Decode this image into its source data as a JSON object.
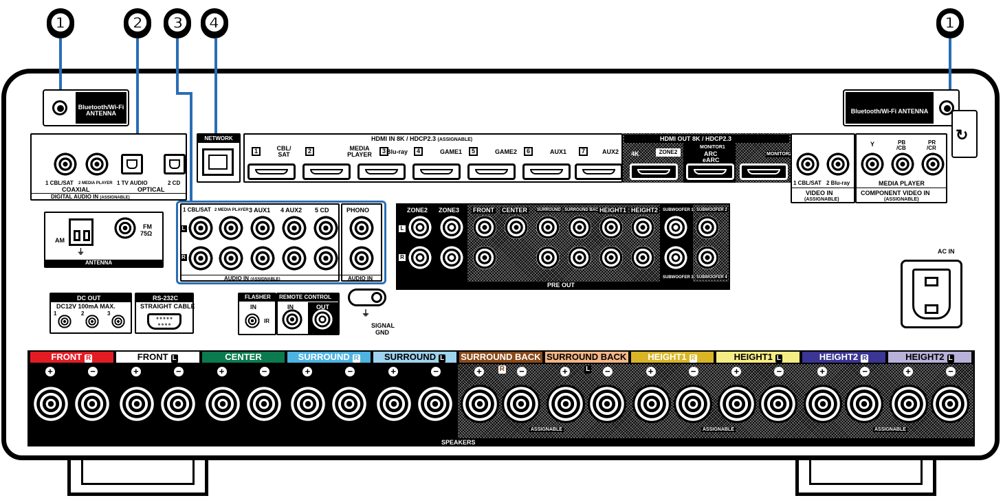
{
  "callouts": [
    "❶",
    "❷",
    "❸",
    "❹",
    "❶"
  ],
  "antenna_bt_left": "Bluetooth/Wi-Fi ANTENNA",
  "antenna_bt_right": "Bluetooth/Wi-Fi ANTENNA",
  "digital_audio": {
    "coax1": "1 CBL/SAT",
    "coax2": "2 MEDIA PLAYER",
    "opt1": "1 TV AUDIO",
    "opt2": "2 CD",
    "coaxial": "COAXIAL",
    "optical": "OPTICAL",
    "footer": "DIGITAL AUDIO IN",
    "footer_small": "(ASSIGNABLE)"
  },
  "network": "NETWORK",
  "hdmi_in": {
    "title": "HDMI IN 8K / HDCP2.3",
    "title_small": "(ASSIGNABLE)",
    "ports": [
      {
        "num": "1",
        "label": "CBL/ SAT"
      },
      {
        "num": "2",
        "label": "MEDIA PLAYER"
      },
      {
        "num": "3",
        "label": "Blu-ray"
      },
      {
        "num": "4",
        "label": "GAME1"
      },
      {
        "num": "5",
        "label": "GAME2"
      },
      {
        "num": "6",
        "label": "AUX1"
      },
      {
        "num": "7",
        "label": "AUX2"
      }
    ]
  },
  "hdmi_out": {
    "title": "HDMI OUT 8K / HDCP2.3",
    "l4k": "4K",
    "zone2": "ZONE2",
    "monitor1": "MONITOR1",
    "arc": "ARC",
    "earc": "eARC",
    "monitor2": "MONITOR2"
  },
  "video_in": {
    "p1": "1 CBL/SAT",
    "p2": "2 Blu-ray",
    "footer": "VIDEO IN",
    "footer_small": "(ASSIGNABLE)"
  },
  "component": {
    "y": "Y",
    "pb1": "PB",
    "pb2": "/CB",
    "pr1": "PR",
    "pr2": "/CR",
    "media": "MEDIA PLAYER",
    "footer": "COMPONENT VIDEO IN",
    "footer_small": "(ASSIGNABLE)"
  },
  "antenna": {
    "am": "AM",
    "fm": "FM",
    "ohm": "75Ω",
    "footer": "ANTENNA"
  },
  "audio_in": {
    "inputs": [
      "1 CBL/SAT",
      "2 MEDIA PLAYER",
      "3 AUX1",
      "4 AUX2",
      "5 CD"
    ],
    "phono": "PHONO",
    "l": "L",
    "r": "R",
    "footer": "AUDIO IN",
    "footer_small": "(ASSIGNABLE)",
    "footer_phono": "AUDIO IN"
  },
  "pre_out": {
    "zone2": "ZONE2",
    "zone3": "ZONE3",
    "front": "FRONT",
    "center": "CENTER",
    "surround": "SURROUND",
    "surround_back": "SURROUND BACK",
    "height1": "HEIGHT1",
    "height2": "HEIGHT2",
    "sub1": "SUBWOOFER 1",
    "sub2": "SUBWOOFER 2",
    "sub3": "SUBWOOFER 3",
    "sub4": "SUBWOOFER 4",
    "footer": "PRE OUT"
  },
  "ac_in": "AC IN",
  "dc_out": {
    "title": "DC OUT",
    "spec": "DC12V 100mA MAX.",
    "n1": "1",
    "n2": "2",
    "n3": "3"
  },
  "rs232c": {
    "title": "RS-232C",
    "sub": "STRAIGHT CABLE"
  },
  "flasher": {
    "title": "FLASHER",
    "in": "IN",
    "ir": "IR"
  },
  "remote": {
    "title": "REMOTE CONTROL",
    "in": "IN",
    "out": "OUT"
  },
  "signal_gnd": {
    "l1": "SIGNAL",
    "l2": "GND"
  },
  "speakers": {
    "channels": [
      {
        "name": "FRONT",
        "side": "R",
        "color": "#e31c24"
      },
      {
        "name": "FRONT",
        "side": "L",
        "color": "#000000"
      },
      {
        "name": "CENTER",
        "side": "",
        "color": "#0b7a4e"
      },
      {
        "name": "SURROUND",
        "side": "R",
        "color": "#4db3e2"
      },
      {
        "name": "SURROUND",
        "side": "L",
        "color": "#9fd3ee"
      },
      {
        "name": "SURROUND BACK",
        "side": "R",
        "color": "#8a4a1a"
      },
      {
        "name": "SURROUND BACK",
        "side": "L",
        "color": "#f3b585"
      },
      {
        "name": "HEIGHT1",
        "side": "R",
        "color": "#d9b526"
      },
      {
        "name": "HEIGHT1",
        "side": "L",
        "color": "#f6ec84"
      },
      {
        "name": "HEIGHT2",
        "side": "R",
        "color": "#3b3594"
      },
      {
        "name": "HEIGHT2",
        "side": "L",
        "color": "#b8b1d9"
      }
    ],
    "plus": "+",
    "minus": "−",
    "assignable": "ASSIGNABLE",
    "footer": "SPEAKERS"
  }
}
